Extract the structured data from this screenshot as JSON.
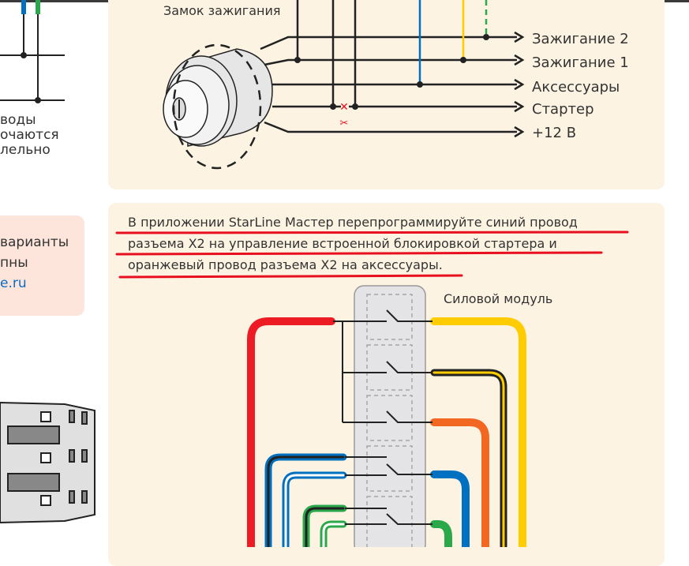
{
  "left_column": {
    "note_lines": [
      "воды",
      "очаются",
      "лельно"
    ],
    "info_box_lines": [
      "варианты",
      "пны",
      "e.ru"
    ]
  },
  "ignition_panel": {
    "title": "Замок зажигания",
    "outputs": [
      "Зажигание 2",
      "Зажигание 1",
      "Аксессуары",
      "Стартер",
      "+12 В"
    ]
  },
  "module_panel": {
    "instruction_lines": [
      "В приложении StarLine Мастер перепрограммируйте синий провод",
      "разъема X2 на управление встроенной блокировкой стартера и",
      "оранжевый провод разъема X2 на аксессуары."
    ],
    "module_label": "Силовой модуль"
  },
  "colors": {
    "panel": "#fdf3e2",
    "underline": "#e8101f",
    "red": "#ed1c24",
    "yellow": "#ffcc00",
    "orange": "#f26722",
    "blue": "#0070c0",
    "green": "#2ba84a",
    "link": "#0a6cc4"
  }
}
